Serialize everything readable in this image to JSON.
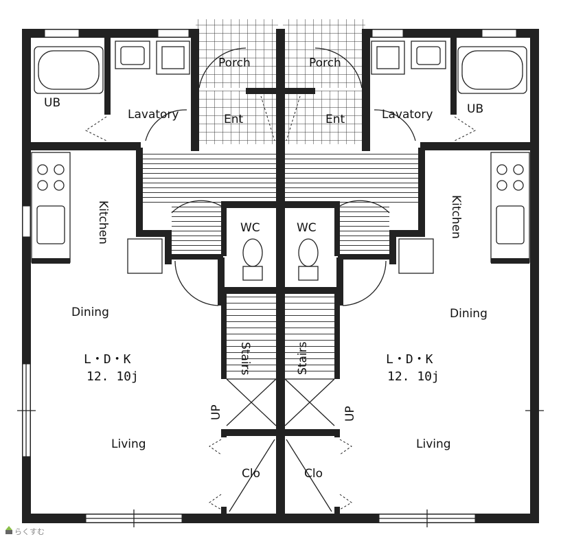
{
  "rooms": {
    "left": {
      "bath": "UB",
      "lavatory": "Lavatory",
      "porch": "Porch",
      "entrance": "Ent",
      "kitchen": "Kitchen",
      "wc": "WC",
      "dining": "Dining",
      "ldk": "L・D・K",
      "ldk_size": "12. 10j",
      "stairs": "Stairs",
      "up": "UP",
      "living": "Living",
      "closet": "Clo"
    },
    "right": {
      "bath": "UB",
      "lavatory": "Lavatory",
      "porch": "Porch",
      "entrance": "Ent",
      "kitchen": "Kitchen",
      "wc": "WC",
      "dining": "Dining",
      "ldk": "L・D・K",
      "ldk_size": "12. 10j",
      "stairs": "Stairs",
      "up": "UP",
      "living": "Living",
      "closet": "Clo"
    }
  },
  "watermark": "らくすむ",
  "colors": {
    "wall": "#222222",
    "watermark": "#888888",
    "logo": "#8bbf4a"
  }
}
